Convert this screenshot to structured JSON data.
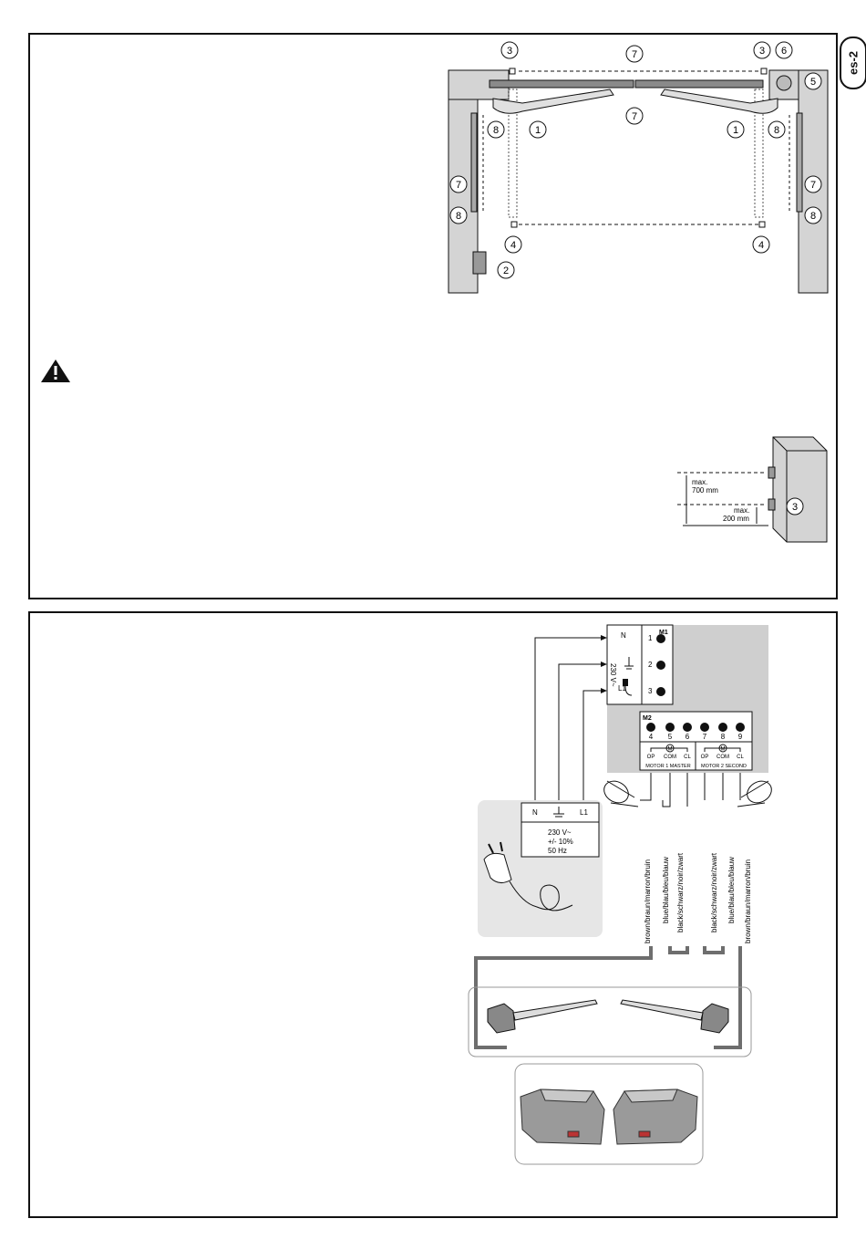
{
  "page_badge": "es-2",
  "top_diagram": {
    "callouts": {
      "c1": "1",
      "c2": "2",
      "c3": "3",
      "c4": "4",
      "c5": "5",
      "c6": "6",
      "c7": "7",
      "c8": "8"
    }
  },
  "height_detail": {
    "max_top_line1": "max.",
    "max_top_line2": "700 mm",
    "max_bottom_line1": "max.",
    "max_bottom_line2": "200 mm",
    "callout": "3"
  },
  "wiring": {
    "block_m1": "M1",
    "block_m2": "M2",
    "m1_terminals": [
      "1",
      "2",
      "3"
    ],
    "m1_side_labels": {
      "n": "N",
      "l1": "L1",
      "voltage": "230 V~"
    },
    "m2_terminals": [
      "4",
      "5",
      "6",
      "7",
      "8",
      "9"
    ],
    "motor_symbol": "M",
    "m2_sub_labels": [
      "OP",
      "COM",
      "CL",
      "OP",
      "COM",
      "CL"
    ],
    "motor1_label": "MOTOR 1 MASTER",
    "motor2_label": "MOTOR 2 SECOND",
    "supply_box": {
      "n": "N",
      "l1": "L1",
      "line1": "230 V~",
      "line2": "+/- 10%",
      "line3": "50 Hz"
    },
    "wire_labels_left": [
      "brown/braun/marron/bruin",
      "blue/blau/bleu/blauw",
      "black/schwarz/noir/zwart"
    ],
    "wire_labels_right": [
      "black/schwarz/noir/zwart",
      "blue/blau/bleu/blauw",
      "brown/braun/marron/bruin"
    ]
  },
  "colors": {
    "line": "#111111",
    "panel_gray": "#c8c8c8",
    "light_gray": "#e6e6e6",
    "cable_gray": "#6e6e6e"
  }
}
